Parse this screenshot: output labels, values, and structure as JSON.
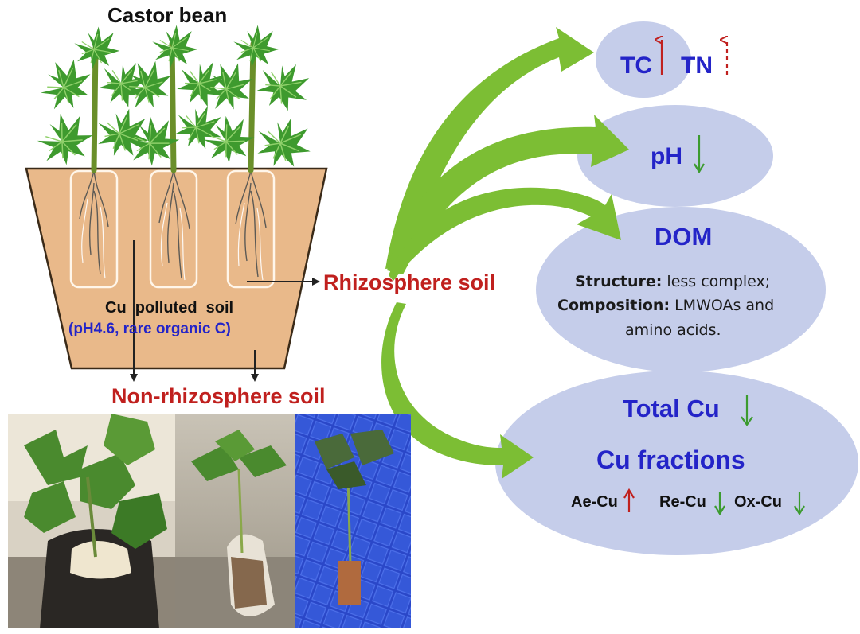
{
  "plant_label": "Castor bean",
  "pot": {
    "soil_label": "Cu  polluted  soil",
    "soil_props": "(pH4.6, rare organic C)"
  },
  "rhizosphere_label": "Rhizosphere soil",
  "non_rhizosphere_label": "Non-rhizosphere soil",
  "effects": {
    "carbon_nitrogen": {
      "tc": "TC",
      "tn": "TN"
    },
    "ph": {
      "label": "pH"
    },
    "dom": {
      "title": "DOM",
      "structure_key": "Structure:",
      "structure_val": " less complex;",
      "composition_key": "Composition:",
      "composition_val": " LMWOAs and",
      "composition_val2": "amino acids."
    },
    "copper": {
      "total": "Total Cu",
      "fractions": "Cu fractions",
      "ae": "Ae-Cu",
      "re": "Re-Cu",
      "ox": "Ox-Cu"
    }
  },
  "colors": {
    "pot_fill": "#E9B98A",
    "ellipse_fill": "#C5CDEA",
    "title_blue": "#2424C8",
    "rhizo_red": "#C0201E",
    "arrow_green": "#7CBE34",
    "up_red": "#C0201E",
    "down_green": "#3C9B2F"
  },
  "icons": [
    "up-arrow-icon",
    "dashed-up-arrow-icon",
    "down-arrow-icon",
    "curved-arrow-icon",
    "leaf-icon"
  ]
}
